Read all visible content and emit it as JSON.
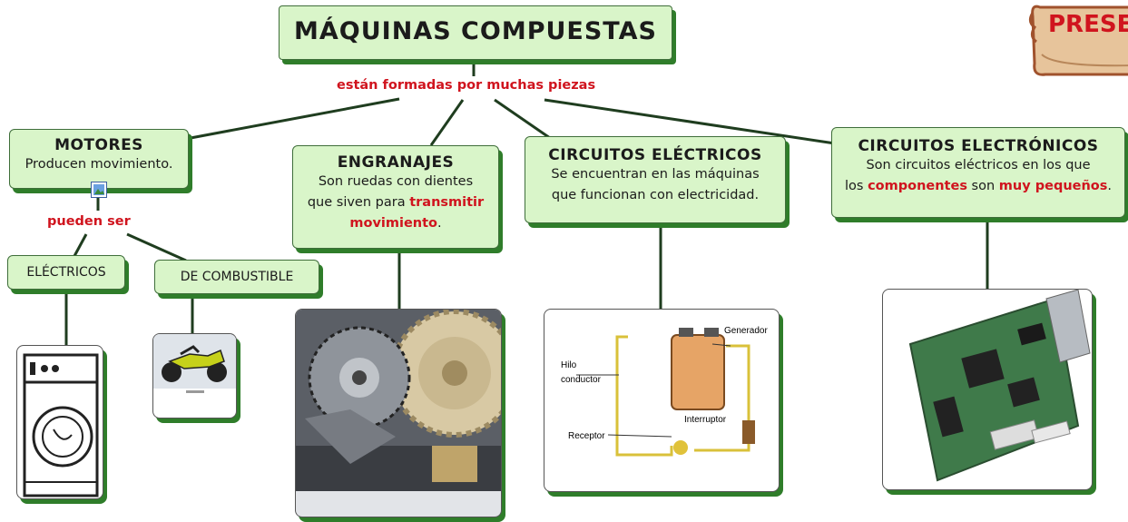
{
  "title": "MÁQUINAS COMPUESTAS",
  "link_label": "están formadas por muchas piezas",
  "present_button": "PRESE",
  "motores": {
    "heading": "MOTORES",
    "text": "Producen movimiento."
  },
  "pueden_ser": "pueden ser",
  "electricos": "ELÉCTRICOS",
  "combustible": "DE COMBUSTIBLE",
  "engranajes": {
    "heading": "ENGRANAJES",
    "line1": "Son ruedas con dientes",
    "line2_pre": "que siven para ",
    "line2_red": "transmitir",
    "line3_red": "movimiento",
    "line3_post": "."
  },
  "circuitos_electricos": {
    "heading": "CIRCUITOS ELÉCTRICOS",
    "line1": "Se encuentran en las máquinas",
    "line2": "que funcionan con electricidad."
  },
  "circuitos_electronicos": {
    "heading": "CIRCUITOS ELECTRÓNICOS",
    "line1": "Son circuitos eléctricos en los que",
    "line2_pre": "los ",
    "line2_red1": "componentes",
    "line2_mid": " son ",
    "line2_red2": "muy pequeños",
    "line2_post": "."
  },
  "circuit_diagram": {
    "generador": "Generador",
    "hilo1": "Hilo",
    "hilo2": "conductor",
    "interruptor": "Interruptor",
    "receptor": "Receptor"
  },
  "colors": {
    "node_fill": "#d9f5c9",
    "shadow": "#2f7d2a",
    "accent_red": "#d0141e"
  }
}
